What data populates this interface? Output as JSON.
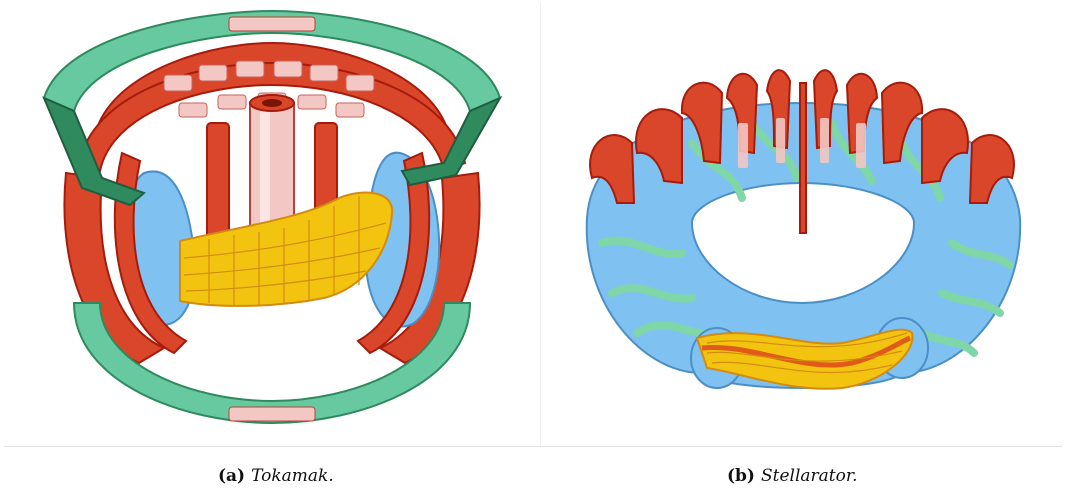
{
  "figure": {
    "panels": [
      {
        "tag": "(a)",
        "caption": "Tokamak."
      },
      {
        "tag": "(b)",
        "caption": "Stellarator."
      }
    ]
  },
  "colors": {
    "coil_red": "#d9462a",
    "coil_dark": "#b8200f",
    "vessel_blue": "#7fc2f2",
    "vessel_dark": "#5aa6dd",
    "ring_green": "#66c9a0",
    "ring_dark": "#2f8a5e",
    "plasma_yellow": "#f2c40f",
    "plasma_orange": "#e89a12",
    "highlight_pink": "#f3c7c4"
  }
}
